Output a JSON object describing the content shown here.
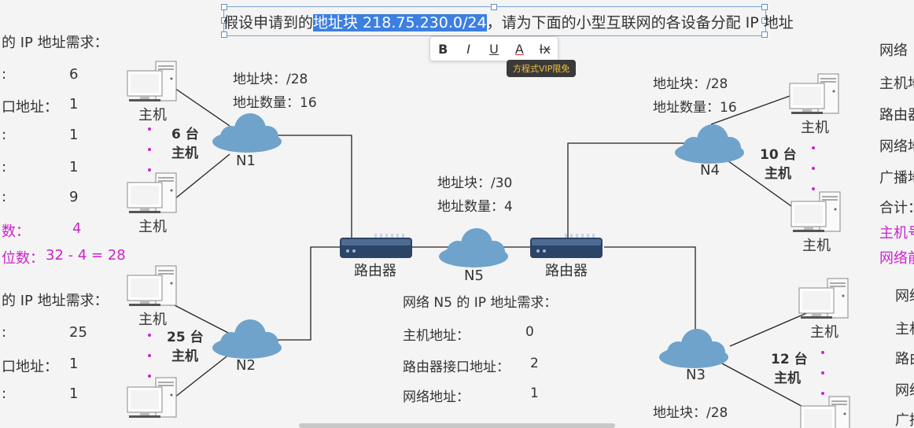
{
  "title": {
    "prefix": "假设申请到的",
    "highlight": "地址块 218.75.230.0/24",
    "suffix": "，请为下面的小型互联网的各设备分配 IP 地址"
  },
  "toolbar": {
    "bold": "B",
    "italic": "I",
    "underline": "U",
    "color": "A",
    "clear": "Ix",
    "tooltip": "方程式VIP限免"
  },
  "left_panel": {
    "n1_heading": "的 IP 地址需求：",
    "n1_rows": [
      {
        "label": ":",
        "value": "6"
      },
      {
        "label": "口地址：",
        "value": "1"
      },
      {
        "label": ":",
        "value": "1"
      },
      {
        "label": ":",
        "value": "1"
      },
      {
        "label": ":",
        "value": "9"
      }
    ],
    "n1_bits": "数：",
    "n1_bits_value": "4",
    "n1_host_bits": "位数：",
    "n1_host_bits_value": "32 - 4 = 28",
    "n2_heading": "的 IP 地址需求：",
    "n2_rows": [
      {
        "label": ":",
        "value": "25"
      },
      {
        "label": "口地址：",
        "value": "1"
      },
      {
        "label": ":",
        "value": "1"
      }
    ]
  },
  "n1": {
    "block": "地址块：/28",
    "count": "地址数量：16",
    "hosts_num": "6 台",
    "hosts_word": "主机",
    "name": "N1"
  },
  "n2": {
    "hosts_num": "25 台",
    "hosts_word": "主机",
    "name": "N2"
  },
  "n3": {
    "hosts_num": "12 台",
    "hosts_word": "主机",
    "name": "N3",
    "block": "地址块：/28"
  },
  "n4": {
    "block": "地址块：/28",
    "count": "地址数量：16",
    "hosts_num": "10 台",
    "hosts_word": "主机",
    "name": "N4"
  },
  "n5": {
    "block": "地址块：/30",
    "count": "地址数量：4",
    "name": "N5",
    "heading": "网络 N5 的 IP 地址需求：",
    "rows": [
      {
        "label": "主机地址：",
        "value": "0"
      },
      {
        "label": "路由器接口地址：",
        "value": "2"
      },
      {
        "label": "网络地址：",
        "value": "1"
      }
    ]
  },
  "host_label": "主机",
  "router_label": "路由器",
  "right_panel": {
    "rows": [
      "网络",
      "主机地",
      "路由器",
      "网络地",
      "广播地",
      "合计："
    ],
    "magenta_rows": [
      "主机号",
      "网络前"
    ],
    "lower_rows": [
      "网络",
      "主机",
      "路由",
      "网络",
      "广播"
    ]
  },
  "colors": {
    "magenta": "#cc22cc",
    "red": "#c00000",
    "cloud": "#6fa3cb",
    "router": "#2c4466",
    "highlight": "#3d7fe0"
  }
}
